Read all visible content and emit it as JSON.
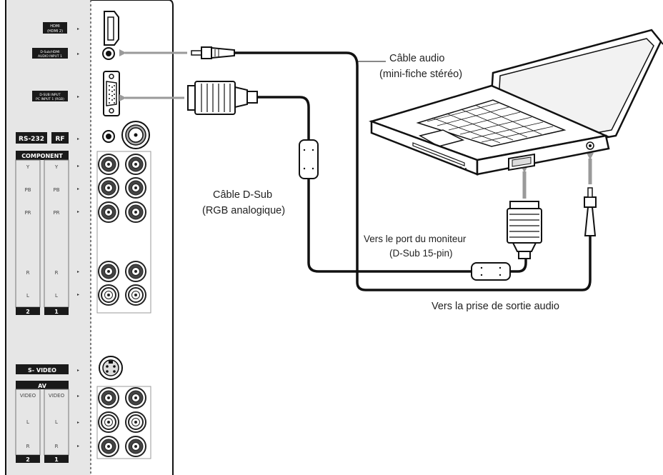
{
  "panel": {
    "hdmi_tag_line1": "HDMI",
    "hdmi_tag_line2": "(HDMI 2)",
    "audio_tag_line1": "D-Sub/HDMI",
    "audio_tag_line2": "AUDIO INPUT 1",
    "pc_tag_line1": "D-SUB INPUT",
    "pc_tag_line2": "PC INPUT 1 (RGB)",
    "rs232_tag": "RS-232",
    "rf_tag": "RF",
    "component_tag": "COMPONENT",
    "comp_y": "Y",
    "comp_pb": "PB",
    "comp_pr": "PR",
    "comp_r": "R",
    "comp_l": "L",
    "col_2": "2",
    "col_1": "1",
    "svideo_tag": "S- VIDEO",
    "av_tag": "AV",
    "av_video": "VIDEO",
    "av_l": "L",
    "av_r": "R"
  },
  "labels": {
    "audio_cable_line1": "Câble audio",
    "audio_cable_line2": "(mini-fiche stéréo)",
    "dsub_cable_line1": "Câble D-Sub",
    "dsub_cable_line2": "(RGB analogique)",
    "monitor_port_line1": "Vers le port du moniteur",
    "monitor_port_line2": "(D-Sub 15-pin)",
    "audio_out": "Vers la prise de sortie audio"
  }
}
